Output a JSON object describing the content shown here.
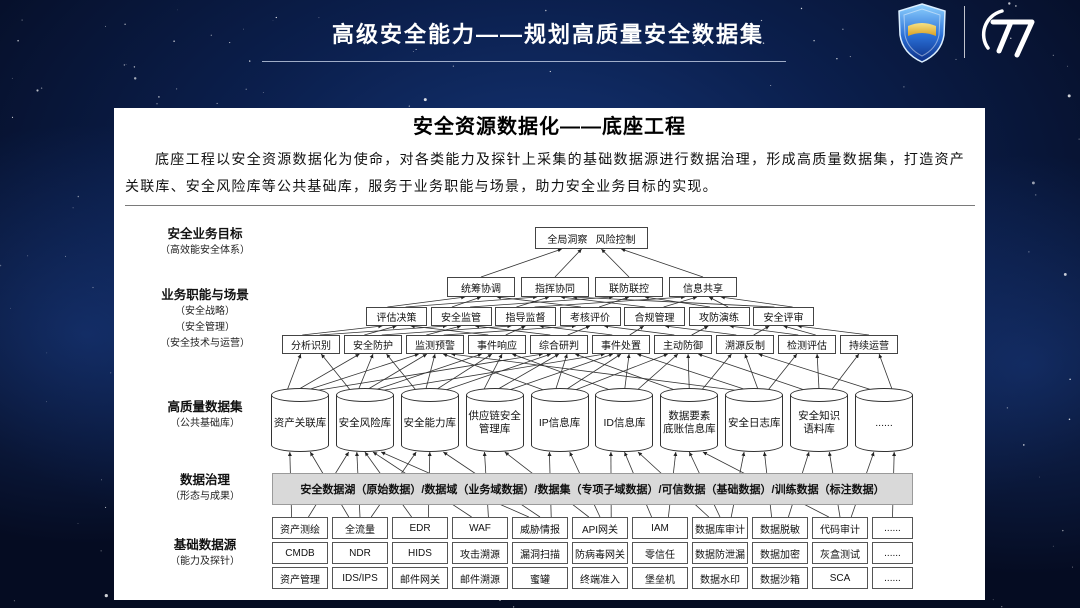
{
  "header": {
    "title": "高级安全能力——规划高质量安全数据集"
  },
  "panel": {
    "title": "安全资源数据化——底座工程",
    "intro": "底座工程以安全资源数据化为使命，对各类能力及探针上采集的基础数据源进行数据治理，形成高质量数据集，打造资产关联库、安全风险库等公共基础库，服务于业务职能与场景，助力安全业务目标的实现。"
  },
  "layers": {
    "goal": {
      "label": "安全业务目标",
      "sub": [
        "（高效能安全体系）"
      ]
    },
    "scenes": {
      "label": "业务职能与场景",
      "sub": [
        "（安全战略）",
        "（安全管理）",
        "（安全技术与运营）"
      ]
    },
    "datasets": {
      "label": "高质量数据集",
      "sub": [
        "（公共基础库）"
      ]
    },
    "governance": {
      "label": "数据治理",
      "sub": [
        "（形态与成果）"
      ]
    },
    "sources": {
      "label": "基础数据源",
      "sub": [
        "（能力及探针）"
      ]
    }
  },
  "diagram": {
    "goal": "全局洞察   风险控制",
    "strategy": [
      "统筹协调",
      "指挥协同",
      "联防联控",
      "信息共享"
    ],
    "management": [
      "评估决策",
      "安全监管",
      "指导监督",
      "考核评价",
      "合规管理",
      "攻防演练",
      "安全评审"
    ],
    "operations": [
      "分析识别",
      "安全防护",
      "监测预警",
      "事件响应",
      "综合研判",
      "事件处置",
      "主动防御",
      "溯源反制",
      "检测评估",
      "持续运营"
    ],
    "libraries": [
      "资产关联库",
      "安全风险库",
      "安全能力库",
      "供应链安全\n管理库",
      "IP信息库",
      "ID信息库",
      "数据要素\n底账信息库",
      "安全日志库",
      "安全知识\n语料库",
      "......"
    ],
    "governance": "安全数据湖（原始数据）/数据域（业务域数据）/数据集（专项子域数据）/可信数据（基础数据）/训练数据（标注数据）",
    "sources": [
      [
        "资产测绘",
        "全流量",
        "EDR",
        "WAF",
        "威胁情报",
        "API网关",
        "IAM",
        "数据库审计",
        "数据脱敏",
        "代码审计",
        "......"
      ],
      [
        "CMDB",
        "NDR",
        "HIDS",
        "攻击溯源",
        "漏洞扫描",
        "防病毒网关",
        "零信任",
        "数据防泄漏",
        "数据加密",
        "灰盒测试",
        "......"
      ],
      [
        "资产管理",
        "IDS/IPS",
        "邮件网关",
        "邮件溯源",
        "蜜罐",
        "终端准入",
        "堡垒机",
        "数据水印",
        "数据沙箱",
        "SCA",
        "......"
      ]
    ]
  },
  "colors": {
    "background": "#0b1f4d",
    "panel": "#ffffff",
    "governance_bar": "#d9d9d9",
    "box_border": "#444444"
  }
}
